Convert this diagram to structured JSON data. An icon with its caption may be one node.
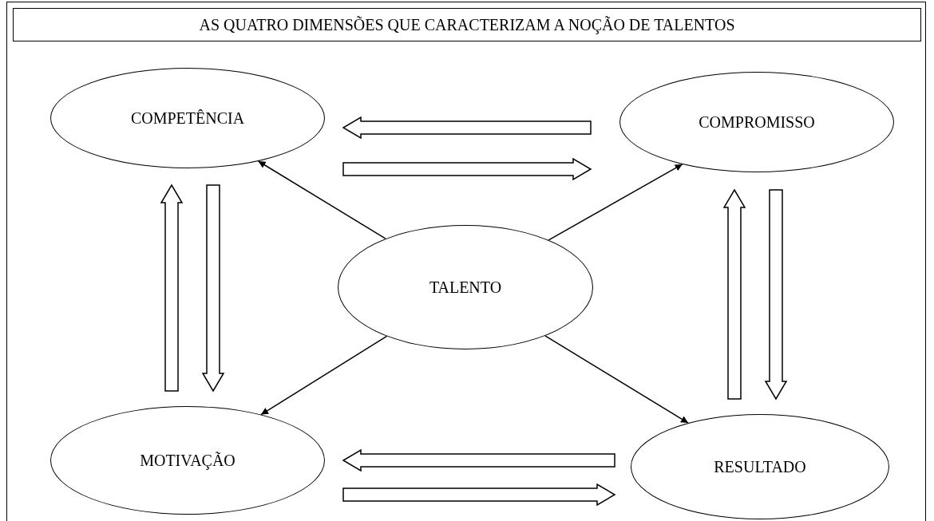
{
  "diagram": {
    "title": "AS QUATRO DIMENSÕES QUE CARACTERIZAM A NOÇÃO DE TALENTOS",
    "nodes": [
      {
        "text": [
          "COMPETÊNCIA"
        ]
      },
      {
        "text": [
          "COMPROMISSO"
        ]
      },
      {
        "text": [
          "TALENTO"
        ]
      },
      {
        "text": [
          "MOTIVAÇÃO"
        ]
      },
      {
        "text": [
          "RESULTADO"
        ]
      }
    ],
    "edges": [
      {
        "from": 2,
        "to": 0,
        "arrow": "to"
      },
      {
        "from": 2,
        "to": 1,
        "arrow": "to"
      },
      {
        "from": 2,
        "to": 3,
        "arrow": "to"
      },
      {
        "from": 2,
        "to": 4,
        "arrow": "to"
      },
      {
        "from": 1,
        "to": 0,
        "arrow": "to",
        "style": "thick"
      },
      {
        "from": 0,
        "to": 1,
        "arrow": "to",
        "style": "thick"
      },
      {
        "from": 3,
        "to": 0,
        "arrow": "to",
        "style": "thick"
      },
      {
        "from": 0,
        "to": 3,
        "arrow": "to",
        "style": "thick"
      },
      {
        "from": 4,
        "to": 1,
        "arrow": "to",
        "style": "thick"
      },
      {
        "from": 1,
        "to": 4,
        "arrow": "to",
        "style": "thick"
      },
      {
        "from": 4,
        "to": 3,
        "arrow": "to",
        "style": "thick"
      },
      {
        "from": 3,
        "to": 4,
        "arrow": "to",
        "style": "thick"
      }
    ]
  }
}
